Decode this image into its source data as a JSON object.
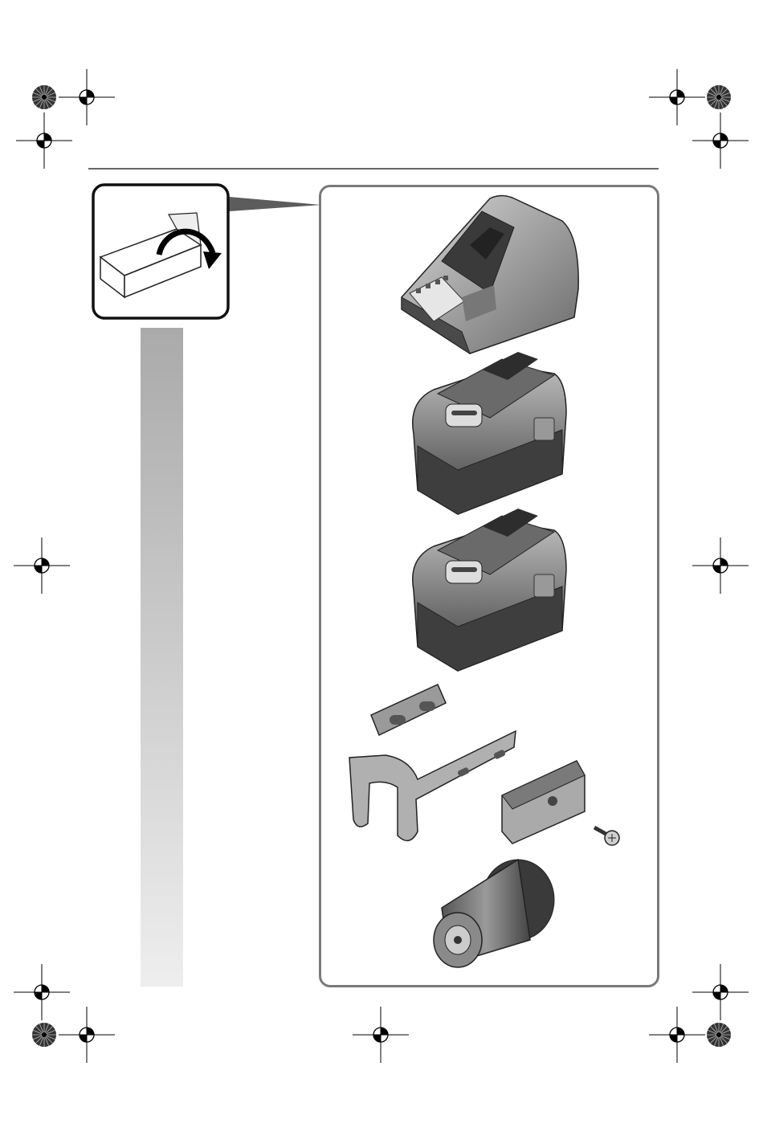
{
  "page": {
    "background": "#ffffff",
    "accent_gray": "#5c5c5c",
    "frame_color": "#7a7a7a"
  },
  "icons": {
    "registration_mark": "crosshair-registration-mark",
    "color_target": "starburst-color-target",
    "unpack": "open-box-with-arrow-icon"
  },
  "contents": [
    {
      "id": "charger",
      "icon": "battery-charger"
    },
    {
      "id": "battery-1",
      "icon": "battery-pack"
    },
    {
      "id": "battery-2",
      "icon": "battery-pack"
    },
    {
      "id": "belt-clip",
      "icon": "belt-clip-set"
    },
    {
      "id": "chuck",
      "icon": "keyless-drill-chuck"
    }
  ]
}
